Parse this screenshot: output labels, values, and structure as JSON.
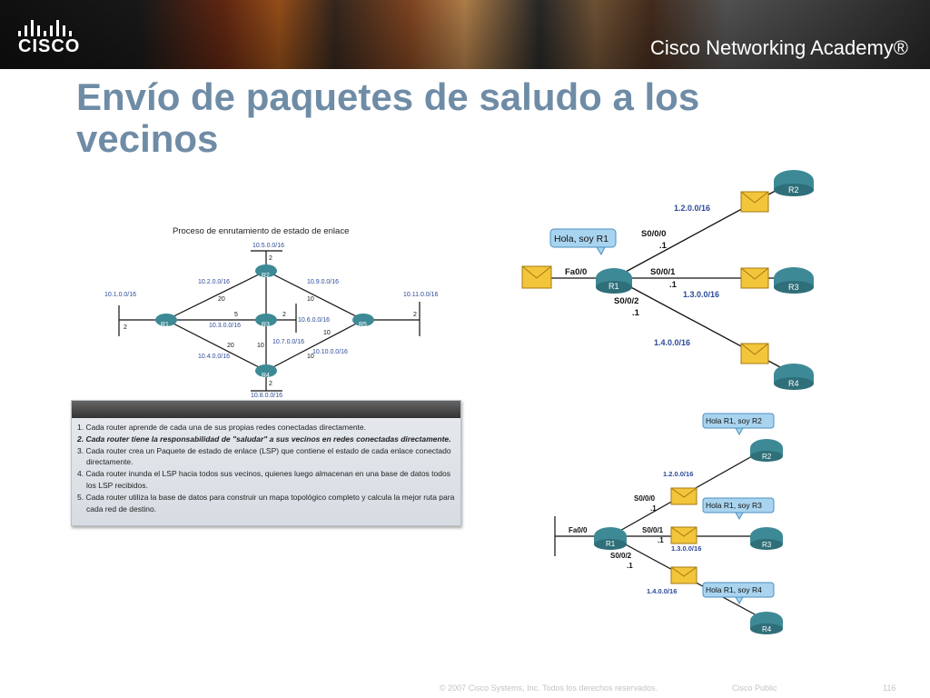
{
  "header": {
    "logo_text": "CISCO",
    "academy": "Cisco Networking Academy®"
  },
  "slide": {
    "title": "Envío de paquetes de saludo a los vecinos"
  },
  "topology": {
    "title": "Proceso de enrutamiento de estado de enlace",
    "routers": {
      "r1": "R1",
      "r2": "R2",
      "r3": "R3",
      "r4": "R4",
      "r5": "R5"
    },
    "networks": {
      "n1": "10.1.0.0/16",
      "n2": "10.2.0.0/16",
      "n3": "10.3.0.0/16",
      "n4": "10.4.0.0/16",
      "n5": "10.5.0.0/16",
      "n6": "10.6.0.0/16",
      "n7": "10.7.0.0/16",
      "n8": "10.8.0.0/16",
      "n9": "10.9.0.0/16",
      "n10": "10.10.0.0/16",
      "n11": "10.11.0.0/16"
    },
    "costs": {
      "c_r1_stub": "2",
      "c_r2_stub": "2",
      "c_r4_stub": "2",
      "c_r5_stub": "2",
      "c_r1_r2": "20",
      "c_r1_r3": "5",
      "c_r1_r4": "20",
      "c_r2_r5": "10",
      "c_r3_stub": "2",
      "c_r2_r3": "10",
      "c_r3_r4": "10",
      "c_r4_r5": "10"
    }
  },
  "steps": [
    "1. Cada router aprende de cada una de sus propias redes conectadas directamente.",
    "2. Cada router tiene la responsabilidad de \"saludar\" a sus vecinos en redes conectadas directamente.",
    "3. Cada router crea un Paquete de estado de enlace (LSP) que contiene el estado de cada enlace conectado directamente.",
    "4. Cada router inunda el LSP hacia todos sus vecinos, quienes luego almacenan en una base de datos todos los LSP recibidos.",
    "5. Cada router utiliza la base de datos para construir un mapa topológico completo y calcula la mejor ruta para cada red de destino."
  ],
  "hello_top": {
    "bubble": "Hola, soy R1",
    "r1": "R1",
    "r2": "R2",
    "r3": "R3",
    "r4": "R4",
    "fa": "Fa0/0",
    "s000": "S0/0/0",
    "s001": "S0/0/1",
    "s002": "S0/0/2",
    "dot1": ".1",
    "net2": "1.2.0.0/16",
    "net3": "1.3.0.0/16",
    "net4": "1.4.0.0/16"
  },
  "hello_bottom": {
    "reply_r2": "Hola R1, soy R2",
    "reply_r3": "Hola R1, soy R3",
    "reply_r4": "Hola R1, soy R4",
    "r1": "R1",
    "r2": "R2",
    "r3": "R3",
    "r4": "R4",
    "fa": "Fa0/0",
    "s000": "S0/0/0",
    "s001": "S0/0/1",
    "s002": "S0/0/2",
    "dot1": ".1",
    "net2": "1.2.0.0/16",
    "net3": "1.3.0.0/16",
    "net4": "1.4.0.0/16"
  },
  "footer": {
    "copyright": "© 2007 Cisco Systems, Inc. Todos los derechos reservados.",
    "classification": "Cisco Public",
    "page": "116"
  },
  "colors": {
    "title": "#6f8ca6",
    "router": "#3d8a96",
    "envelope": "#f3c53b",
    "bubble": "#a9d4ef",
    "link_label": "#2c4a9a"
  }
}
